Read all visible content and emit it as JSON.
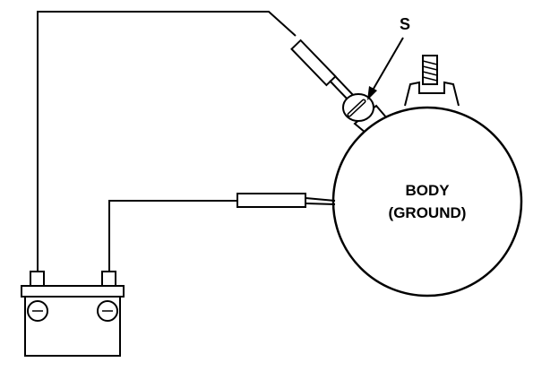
{
  "labels": {
    "solenoid_marker": "S",
    "body_line1": "BODY",
    "body_line2": "(GROUND)"
  },
  "colors": {
    "ink": "#000000",
    "paper": "#ffffff"
  }
}
